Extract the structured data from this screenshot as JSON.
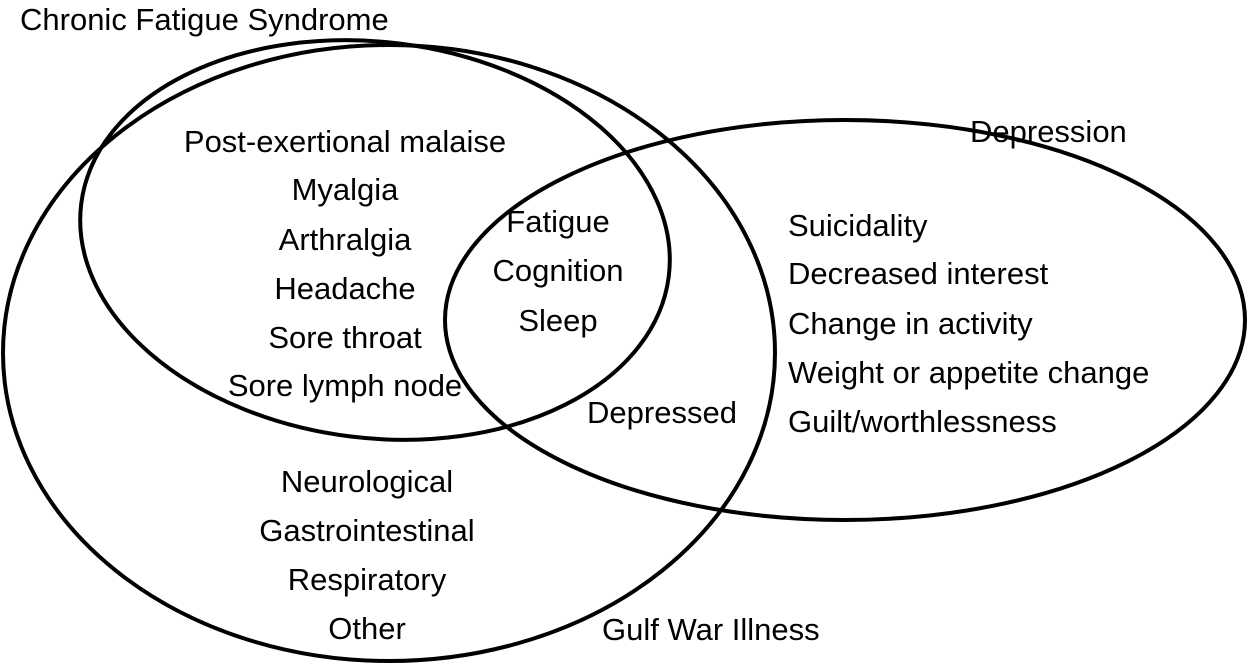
{
  "sets": {
    "cfs": {
      "label": "Chronic Fatigue Syndrome"
    },
    "depression": {
      "label": "Depression"
    },
    "gwi": {
      "label": "Gulf War Illness"
    }
  },
  "regions": {
    "cfs_gwi": [
      "Post-exertional malaise",
      "Myalgia",
      "Arthralgia",
      "Headache",
      "Sore throat",
      "Sore lymph node"
    ],
    "all_three": [
      "Fatigue",
      "Cognition",
      "Sleep"
    ],
    "gwi_depression": [
      "Depressed"
    ],
    "depression_only": [
      "Suicidality",
      "Decreased interest",
      "Change in activity",
      "Weight or appetite change",
      "Guilt/worthlessness"
    ],
    "gwi_only": [
      "Neurological",
      "Gastrointestinal",
      "Respiratory",
      "Other"
    ]
  }
}
